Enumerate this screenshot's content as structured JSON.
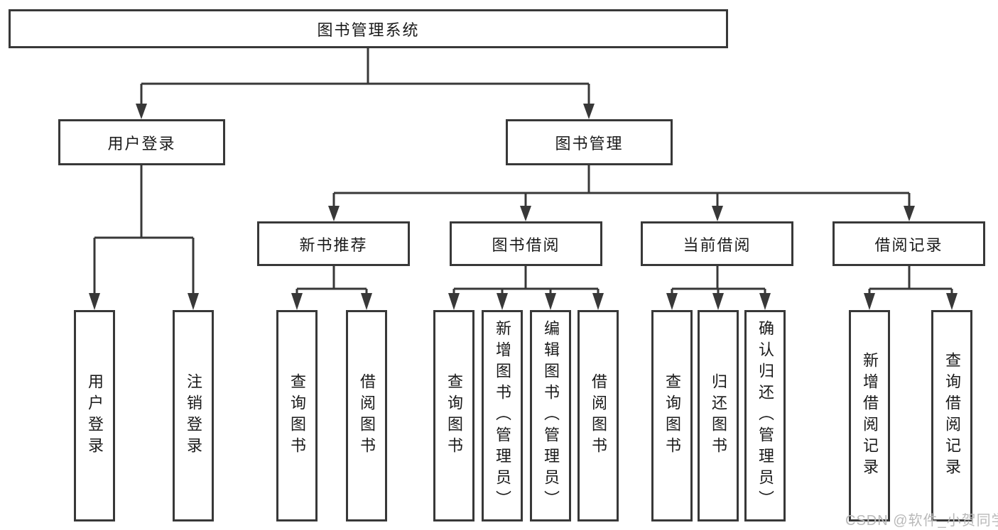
{
  "colors": {
    "line": "#383838",
    "text": "#1a1a1a",
    "background": "#ffffff",
    "watermark": "#b9b9b9"
  },
  "nodes": {
    "root": {
      "label": "图书管理系统"
    },
    "level2": [
      {
        "label": "用户登录"
      },
      {
        "label": "图书管理"
      }
    ],
    "level3": [
      {
        "label": "新书推荐"
      },
      {
        "label": "图书借阅"
      },
      {
        "label": "当前借阅"
      },
      {
        "label": "借阅记录"
      }
    ],
    "leaves": [
      {
        "label": "用户登录"
      },
      {
        "label": "注销登录"
      },
      {
        "label": "查询图书"
      },
      {
        "label": "借阅图书"
      },
      {
        "label": "查询图书"
      },
      {
        "label": "新增图书（管理员）"
      },
      {
        "label": "编辑图书（管理员）"
      },
      {
        "label": "借阅图书"
      },
      {
        "label": "查询图书"
      },
      {
        "label": "归还图书"
      },
      {
        "label": "确认归还（管理员）"
      },
      {
        "label": "新增借阅记录"
      },
      {
        "label": "查询借阅记录"
      }
    ]
  },
  "watermark": {
    "text": "CSDN @软件_小贺同学"
  }
}
